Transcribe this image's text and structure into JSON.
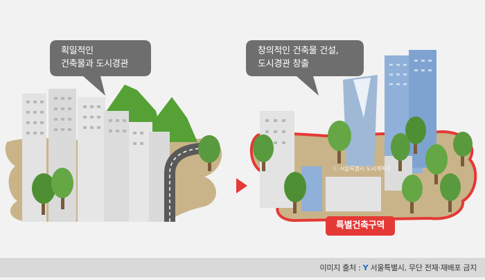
{
  "left_panel": {
    "bubble_line1": "획일적인",
    "bubble_line2": "건축물과 도시경관"
  },
  "right_panel": {
    "bubble_line1": "창의적인 건축물 건설,",
    "bubble_line2": "도시경관 창출",
    "zone_label": "특별건축구역",
    "watermark": "ⓒ 서울특별시 도시계획국"
  },
  "footer": {
    "credit_prefix": "이미지 출처 :",
    "credit_logo": "Y",
    "credit_suffix": "서울특별시, 무단 전재·재배포 금지"
  },
  "colors": {
    "background": "#f2f2f2",
    "ground_tan": "#c9b48a",
    "bubble_gray": "#6e6e6e",
    "building_gray": "#e3e3e3",
    "building_blue": "#8fb0d8",
    "tree_green": "#5a9a3e",
    "arrow_red": "#e53935",
    "zone_red": "#e53935"
  }
}
